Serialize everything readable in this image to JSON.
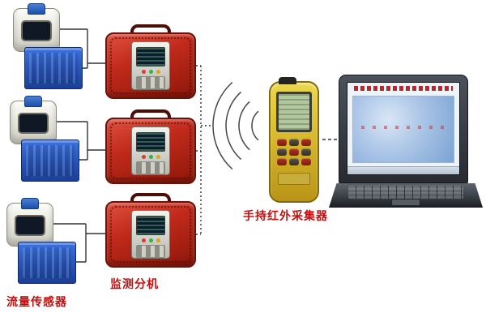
{
  "diagram": {
    "flow_sensor_label": "流量传感器",
    "monitor_unit_label": "监测分机",
    "handheld_label": "手持红外采集器",
    "sensor_group_count": 3,
    "monitor_unit_count": 3,
    "wireless_arc_count": 4
  },
  "colors": {
    "label_text": "#c40f0f",
    "monitor_box_red": "#c02a1a",
    "sensor_box_blue": "#2a58bd",
    "handheld_yellow": "#d9ba2e",
    "handheld_lcd_green": "#b4c8a0",
    "laptop_dark": "#2d3238",
    "wire": "#333333"
  }
}
